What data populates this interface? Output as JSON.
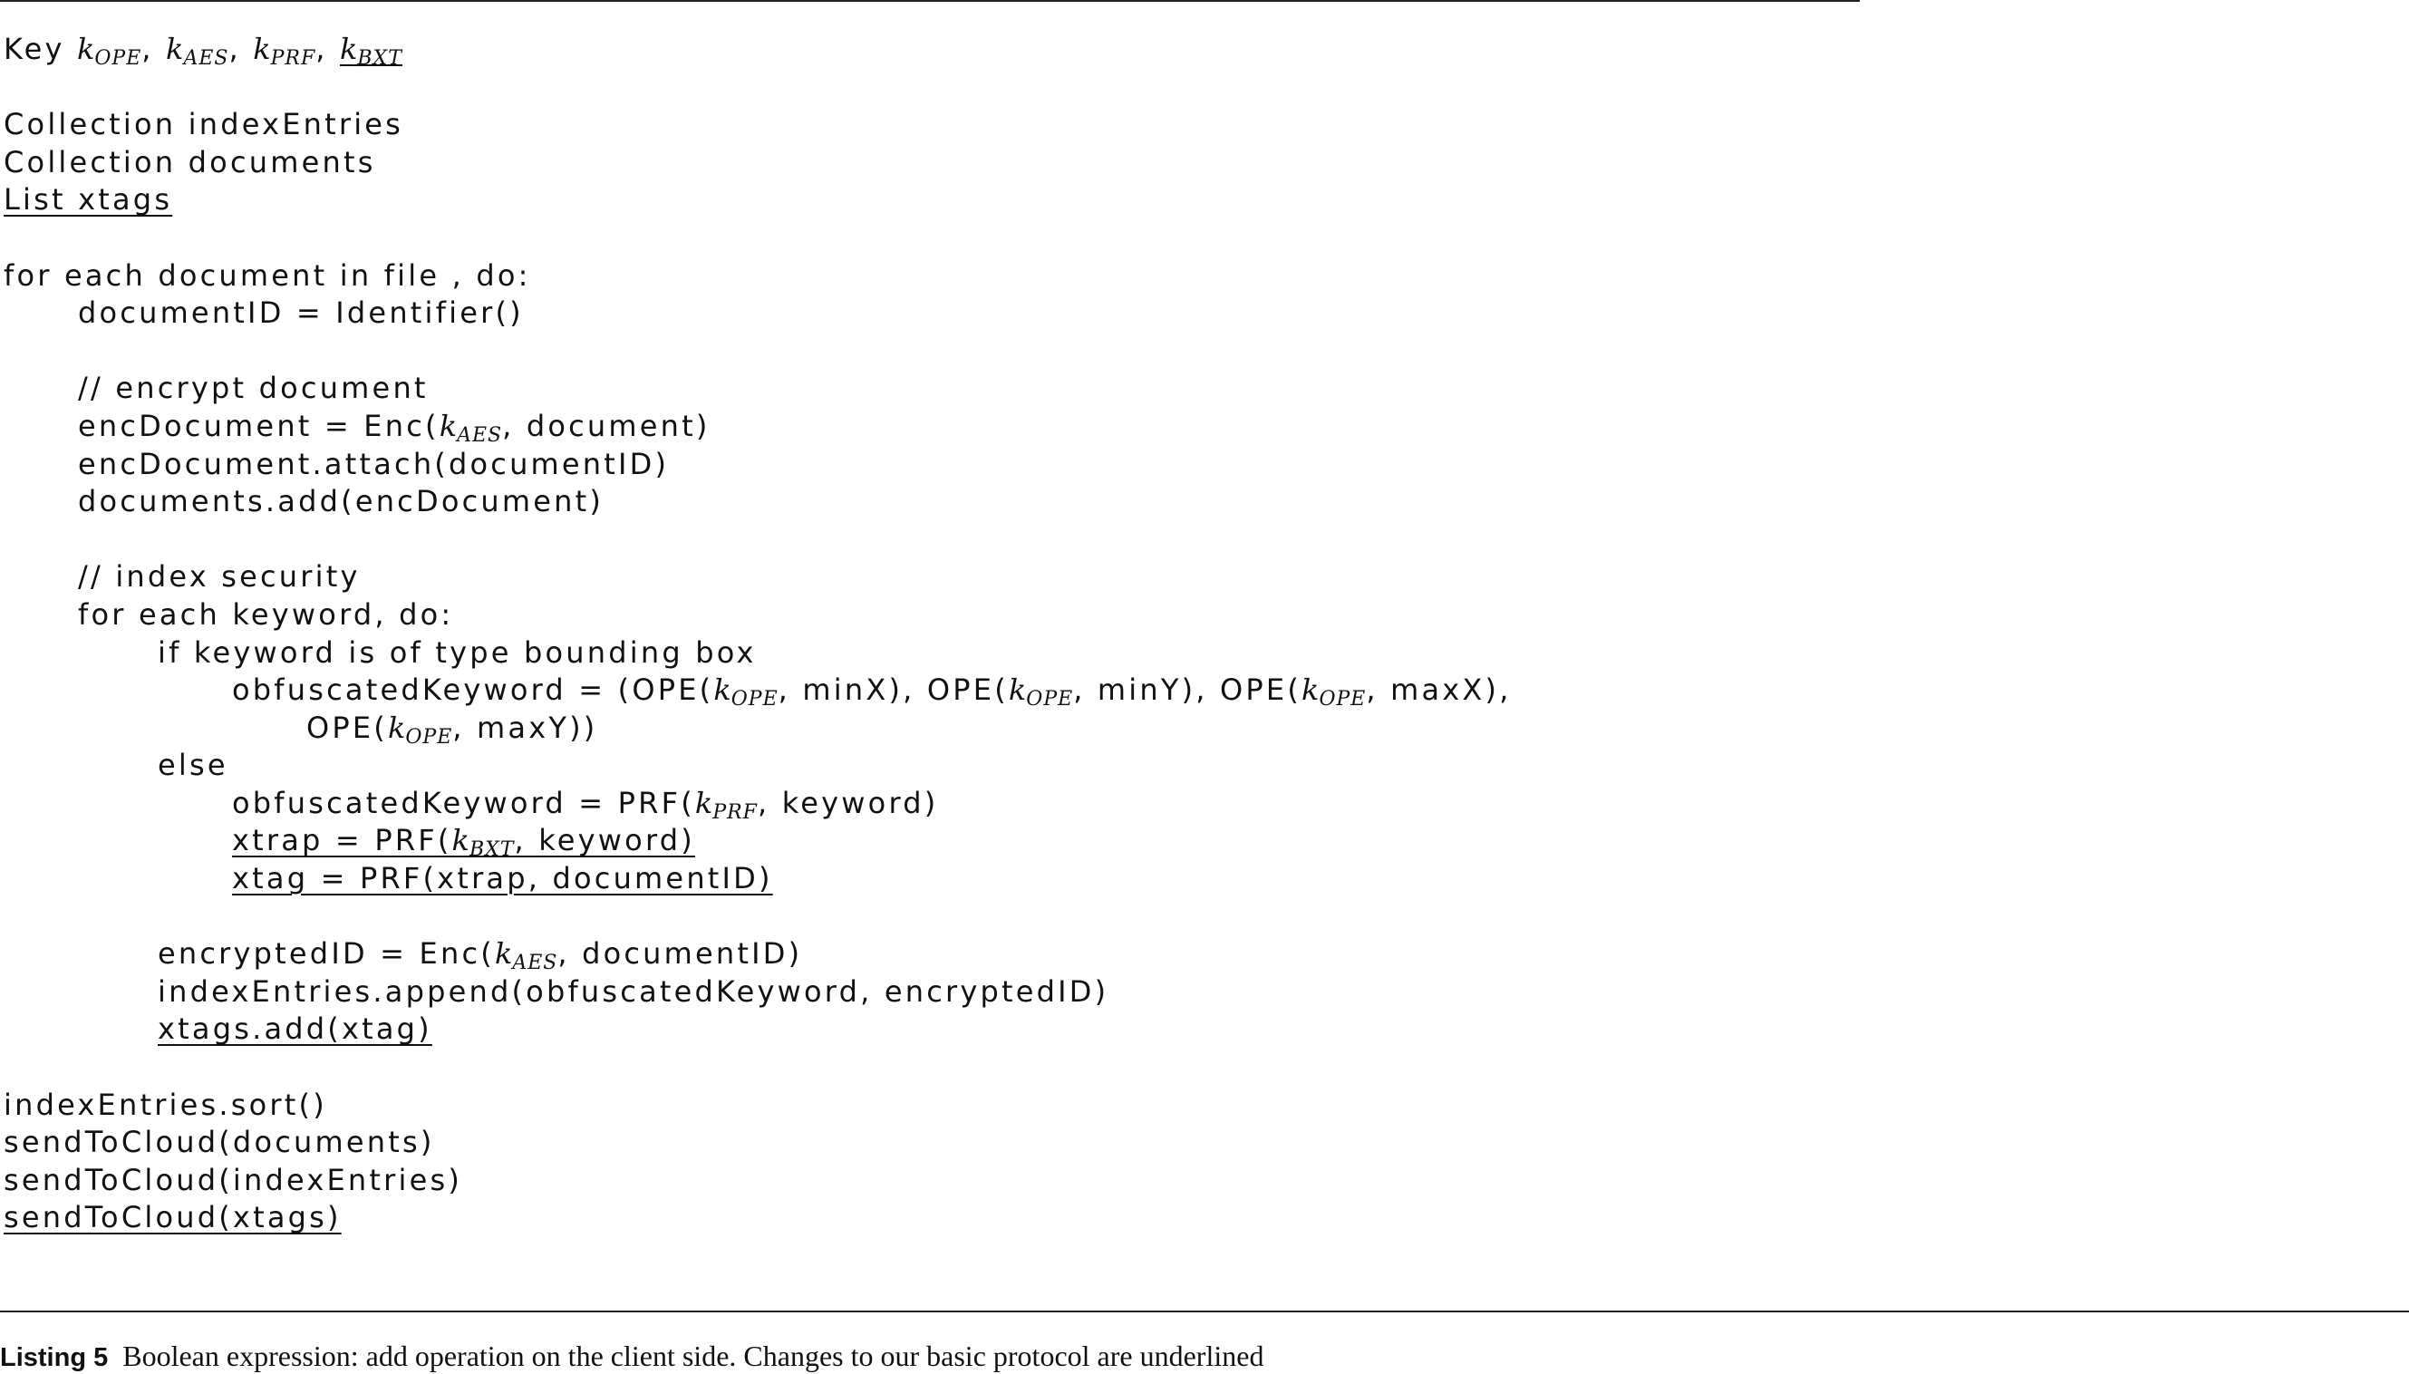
{
  "listing": {
    "lines": [
      {
        "kind": "keys",
        "text": "Key"
      },
      {
        "kind": "blank"
      },
      {
        "kind": "plain",
        "text": "Collection indexEntries"
      },
      {
        "kind": "plain",
        "text": "Collection documents"
      },
      {
        "kind": "plain",
        "text": "List xtags",
        "underline": true
      },
      {
        "kind": "blank"
      },
      {
        "kind": "plain",
        "text": "for each document in file , do:"
      },
      {
        "kind": "plain",
        "indent": 1,
        "text": "documentID = Identifier()"
      },
      {
        "kind": "blank"
      },
      {
        "kind": "plain",
        "indent": 1,
        "text": "// encrypt document"
      },
      {
        "kind": "call",
        "indent": 1,
        "before": "encDocument = Enc(",
        "key": "AES",
        "after": ", document)"
      },
      {
        "kind": "plain",
        "indent": 1,
        "text": "encDocument.attach(documentID)"
      },
      {
        "kind": "plain",
        "indent": 1,
        "text": "documents.add(encDocument)"
      },
      {
        "kind": "blank"
      },
      {
        "kind": "plain",
        "indent": 1,
        "text": "// index security"
      },
      {
        "kind": "plain",
        "indent": 1,
        "text": "for each keyword, do:"
      },
      {
        "kind": "plain",
        "indent": 2,
        "text": "if keyword is of type bounding box"
      },
      {
        "kind": "ope3",
        "indent": 3
      },
      {
        "kind": "call",
        "indent": 4,
        "before": "OPE(",
        "key": "OPE",
        "after": ", maxY))"
      },
      {
        "kind": "plain",
        "indent": 2,
        "text": "else"
      },
      {
        "kind": "call",
        "indent": 3,
        "before": "obfuscatedKeyword = PRF(",
        "key": "PRF",
        "after": ", keyword)"
      },
      {
        "kind": "call",
        "indent": 3,
        "before": "xtrap = PRF(",
        "key": "BXT",
        "after": ", keyword)",
        "underline": true
      },
      {
        "kind": "plain",
        "indent": 3,
        "text": "xtag = PRF(xtrap, documentID)",
        "underline": true
      },
      {
        "kind": "blank"
      },
      {
        "kind": "call",
        "indent": 2,
        "before": "encryptedID = Enc(",
        "key": "AES",
        "after": ", documentID)"
      },
      {
        "kind": "plain",
        "indent": 2,
        "text": "indexEntries.append(obfuscatedKeyword, encryptedID)"
      },
      {
        "kind": "plain",
        "indent": 2,
        "text": "xtags.add(xtag)",
        "underline": true
      },
      {
        "kind": "blank"
      },
      {
        "kind": "plain",
        "text": "indexEntries.sort()"
      },
      {
        "kind": "plain",
        "text": "sendToCloud(documents)"
      },
      {
        "kind": "plain",
        "text": "sendToCloud(indexEntries)"
      },
      {
        "kind": "plain",
        "text": "sendToCloud(xtags)",
        "underline": true
      }
    ],
    "ope3": {
      "prefix": "obfuscatedKeyword = (OPE(",
      "part1": ", minX), OPE(",
      "part2": ", minY), OPE(",
      "part3": ", maxX),"
    },
    "key_symbol": "k",
    "key_list": [
      "OPE",
      "AES",
      "PRF",
      "BXT"
    ],
    "key_list_underlined": [
      "BXT"
    ]
  },
  "caption": {
    "label": "Listing 5",
    "text": "Boolean expression: add operation on the client side. Changes to our basic protocol are underlined"
  }
}
